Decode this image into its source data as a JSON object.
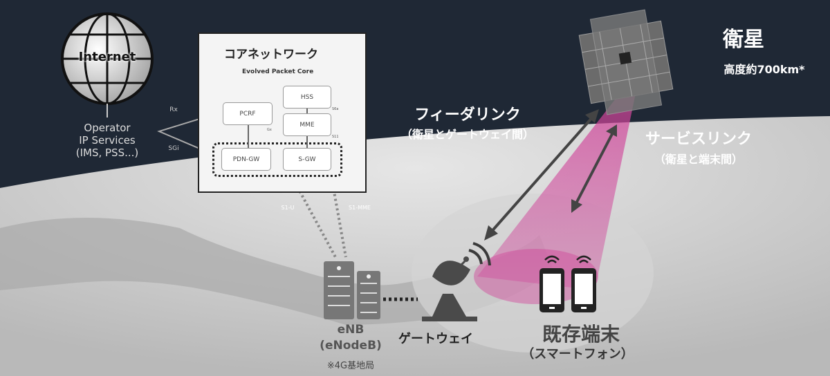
{
  "satellite": {
    "title": "衛星",
    "altitude": "高度約700km*"
  },
  "feeder_link": {
    "title": "フィーダリンク",
    "subtitle": "（衛星とゲートウェイ間）"
  },
  "service_link": {
    "title": "サービスリンク",
    "subtitle": "（衛星と端末間）"
  },
  "internet": {
    "globe_label": "Internet",
    "services": [
      "Operator",
      "IP Services",
      "(IMS, PSS...)"
    ]
  },
  "core": {
    "title": "コアネットワーク",
    "subtitle": "Evolved Packet Core",
    "nodes": {
      "hss": "HSS",
      "pcrf": "PCRF",
      "mme": "MME",
      "pdn_gw": "PDN-GW",
      "s_gw": "S-GW"
    },
    "interfaces": {
      "rx": "Rx",
      "sgi": "SGi",
      "gx": "Gx",
      "s6a": "S6a",
      "s11": "S11",
      "s1u": "S1-U",
      "s1mme": "S1-MME"
    }
  },
  "enb": {
    "name": "eNB",
    "full": "(eNodeB)",
    "note": "※4G基地局"
  },
  "gateway": {
    "name": "ゲートウェイ"
  },
  "device": {
    "name": "既存端末",
    "sub": "（スマートフォン）"
  },
  "colors": {
    "background": "#1f2835",
    "beam": "#d0459a",
    "earth": "#c9c9c9"
  }
}
